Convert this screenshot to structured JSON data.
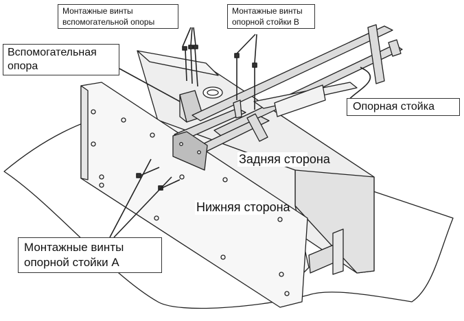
{
  "labels": {
    "aux_support_screws": [
      "Монтажные винты",
      "вспомогательной опоры"
    ],
    "stand_b_screws": [
      "Монтажные винты",
      "опорной стойки В"
    ],
    "aux_support": [
      "Вспомогательная",
      "опора"
    ],
    "support_stand": "Опорная стойка",
    "back_side": [
      "Задняя",
      "сторона"
    ],
    "bottom_side": [
      "Нижняя",
      "сторона"
    ],
    "stand_a_screws": [
      "Монтажные винты",
      "опорной стойки А"
    ]
  },
  "colors": {
    "line": "#222222",
    "panel_front": "#f7f7f7",
    "panel_side": "#e2e2e2",
    "stand": "#dcdcdc",
    "cloth": "#ffffff"
  }
}
